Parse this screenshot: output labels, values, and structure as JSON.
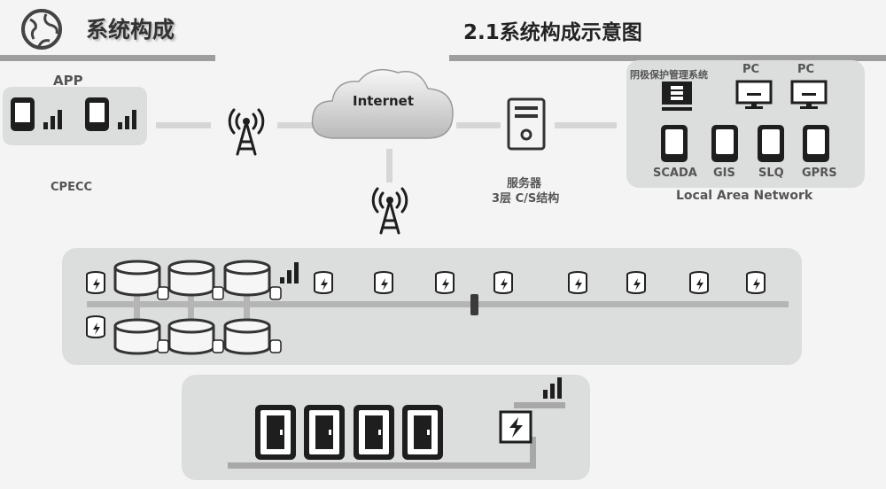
{
  "header": {
    "title": "系统构成",
    "subtitle": "2.1系统构成示意图"
  },
  "app_panel": {
    "label": "APP",
    "caption": "CPECC"
  },
  "cloud": {
    "label": "Internet"
  },
  "server": {
    "label": "服务器",
    "sublabel": "3层 C/S结构"
  },
  "lan": {
    "system_label": "阴极保护管理系统",
    "pc1": "PC",
    "pc2": "PC",
    "devices": [
      "SCADA",
      "GIS",
      "SLQ",
      "GPRS"
    ],
    "caption": "Local Area Network"
  }
}
